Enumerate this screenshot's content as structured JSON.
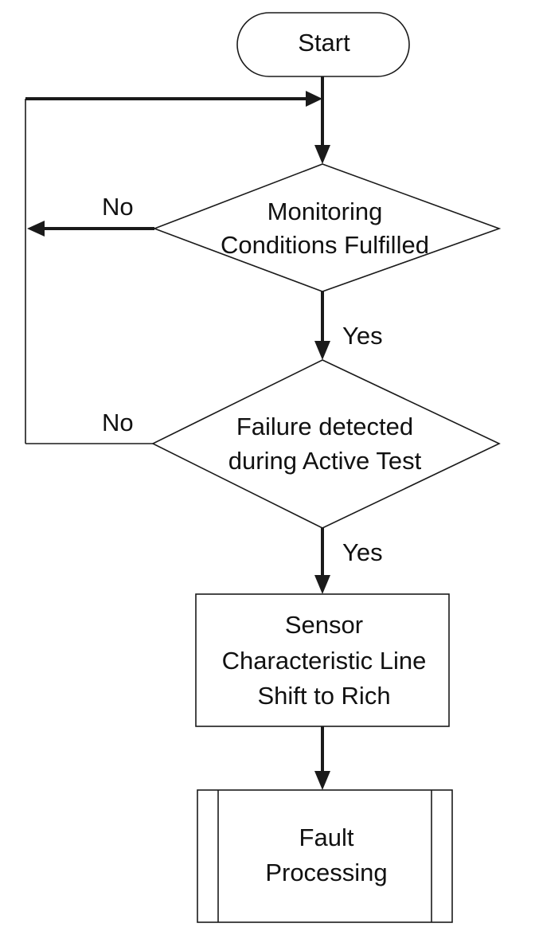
{
  "nodes": {
    "start": {
      "label": "Start"
    },
    "monitoring": {
      "lines": [
        "Monitoring",
        "Conditions Fulfilled"
      ]
    },
    "failure": {
      "lines": [
        "Failure detected",
        "during Active Test"
      ]
    },
    "sensor": {
      "lines": [
        "Sensor",
        "Characteristic Line",
        "Shift to Rich"
      ]
    },
    "fault": {
      "lines": [
        "Fault",
        "Processing"
      ]
    }
  },
  "edges": {
    "monitoring_no": "No",
    "monitoring_yes": "Yes",
    "failure_no": "No",
    "failure_yes": "Yes"
  }
}
